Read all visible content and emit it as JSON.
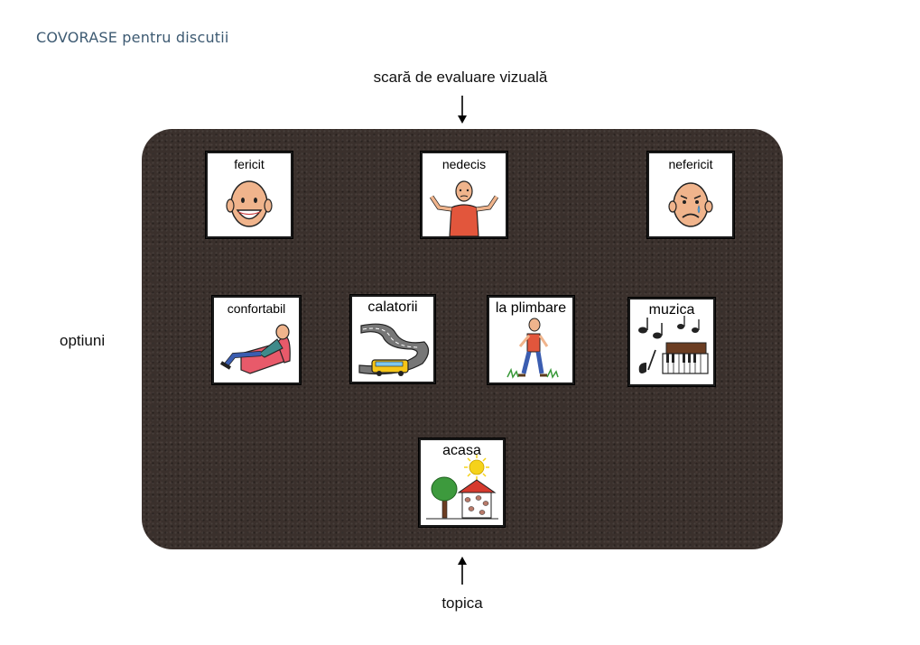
{
  "page_title": "COVORASE pentru discutii",
  "top_label": "scară de evaluare vizuală",
  "side_label": "optiuni",
  "bottom_label": "topica",
  "rating_cards": [
    {
      "label": "fericit",
      "icon": "happy-face-icon"
    },
    {
      "label": "nedecis",
      "icon": "shrugging-man-icon"
    },
    {
      "label": "nefericit",
      "icon": "sad-face-icon"
    }
  ],
  "option_cards": [
    {
      "label": "confortabil",
      "icon": "man-in-armchair-icon"
    },
    {
      "label": "calatorii",
      "icon": "bus-on-road-icon"
    },
    {
      "label": "la plimbare",
      "icon": "walking-man-icon"
    },
    {
      "label": "muzica",
      "icon": "piano-notes-icon"
    }
  ],
  "topic_card": {
    "label": "acasa",
    "icon": "house-tree-sun-icon"
  },
  "colors": {
    "title": "#3d5a72",
    "mat": "#3a302c",
    "card_border": "#1a1a1a"
  }
}
